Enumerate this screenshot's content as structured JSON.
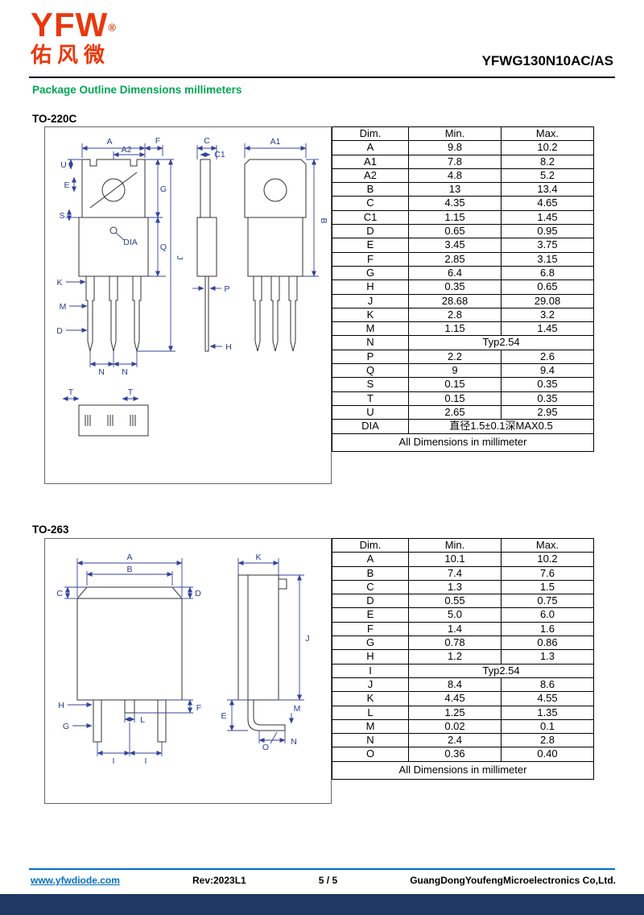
{
  "header": {
    "logo_text": "YFW",
    "logo_registered": "®",
    "logo_chinese": "佑风微",
    "part_number": "YFWG130N10AC/AS",
    "page_subtitle": "Package Outline Dimensions millimeters"
  },
  "colors": {
    "logo_red": "#e8380d",
    "subtitle_green": "#00a653",
    "dimension_blue": "#33439b",
    "footer_rule_blue": "#0070c0",
    "bottom_bar_navy": "#1f3864"
  },
  "sections": [
    {
      "name": "TO-220C",
      "table": {
        "headers": [
          "Dim.",
          "Min.",
          "Max."
        ],
        "rows": [
          {
            "dim": "A",
            "min": "9.8",
            "max": "10.2"
          },
          {
            "dim": "A1",
            "min": "7.8",
            "max": "8.2"
          },
          {
            "dim": "A2",
            "min": "4.8",
            "max": "5.2"
          },
          {
            "dim": "B",
            "min": "13",
            "max": "13.4"
          },
          {
            "dim": "C",
            "min": "4.35",
            "max": "4.65"
          },
          {
            "dim": "C1",
            "min": "1.15",
            "max": "1.45"
          },
          {
            "dim": "D",
            "min": "0.65",
            "max": "0.95"
          },
          {
            "dim": "E",
            "min": "3.45",
            "max": "3.75"
          },
          {
            "dim": "F",
            "min": "2.85",
            "max": "3.15"
          },
          {
            "dim": "G",
            "min": "6.4",
            "max": "6.8"
          },
          {
            "dim": "H",
            "min": "0.35",
            "max": "0.65"
          },
          {
            "dim": "J",
            "min": "28.68",
            "max": "29.08"
          },
          {
            "dim": "K",
            "min": "2.8",
            "max": "3.2"
          },
          {
            "dim": "M",
            "min": "1.15",
            "max": "1.45"
          },
          {
            "dim": "N",
            "span": "Typ2.54"
          },
          {
            "dim": "P",
            "min": "2.2",
            "max": "2.6"
          },
          {
            "dim": "Q",
            "min": "9",
            "max": "9.4"
          },
          {
            "dim": "S",
            "min": "0.15",
            "max": "0.35"
          },
          {
            "dim": "T",
            "min": "0.15",
            "max": "0.35"
          },
          {
            "dim": "U",
            "min": "2.65",
            "max": "2.95"
          },
          {
            "dim": "DIA",
            "span": "直径1.5±0.1深MAX0.5"
          }
        ],
        "footer": "All Dimensions in millimeter"
      }
    },
    {
      "name": "TO-263",
      "table": {
        "headers": [
          "Dim.",
          "Min.",
          "Max."
        ],
        "rows": [
          {
            "dim": "A",
            "min": "10.1",
            "max": "10.2"
          },
          {
            "dim": "B",
            "min": "7.4",
            "max": "7.6"
          },
          {
            "dim": "C",
            "min": "1.3",
            "max": "1.5"
          },
          {
            "dim": "D",
            "min": "0.55",
            "max": "0.75"
          },
          {
            "dim": "E",
            "min": "5.0",
            "max": "6.0"
          },
          {
            "dim": "F",
            "min": "1.4",
            "max": "1.6"
          },
          {
            "dim": "G",
            "min": "0.78",
            "max": "0.86"
          },
          {
            "dim": "H",
            "min": "1.2",
            "max": "1.3"
          },
          {
            "dim": "I",
            "span": "Typ2.54"
          },
          {
            "dim": "J",
            "min": "8.4",
            "max": "8.6"
          },
          {
            "dim": "K",
            "min": "4.45",
            "max": "4.55"
          },
          {
            "dim": "L",
            "min": "1.25",
            "max": "1.35"
          },
          {
            "dim": "M",
            "min": "0.02",
            "max": "0.1"
          },
          {
            "dim": "N",
            "min": "2.4",
            "max": "2.8"
          },
          {
            "dim": "O",
            "min": "0.36",
            "max": "0.40"
          }
        ],
        "footer": "All Dimensions in millimeter"
      }
    }
  ],
  "drawings": {
    "to220c": {
      "labels": {
        "a": "A",
        "a2": "A2",
        "f": "F",
        "u": "U",
        "e": "E",
        "s": "S",
        "dia": "DIA",
        "g": "G",
        "q": "Q",
        "j": "J",
        "k": "K",
        "m": "M",
        "d": "D",
        "n1": "N",
        "n2": "N",
        "t1": "T",
        "t2": "T",
        "c": "C",
        "c1": "C1",
        "p": "P",
        "h": "H",
        "a1": "A1",
        "b": "B"
      }
    },
    "to263": {
      "labels": {
        "a": "A",
        "b": "B",
        "c": "C",
        "d": "D",
        "f": "F",
        "g": "G",
        "h": "H",
        "l": "L",
        "i1": "I",
        "i2": "I",
        "k": "K",
        "j": "J",
        "m": "M",
        "o": "O",
        "n": "N",
        "e": "E"
      }
    }
  },
  "footer": {
    "website": "www.yfwdiode.com",
    "revision": "Rev:2023L1",
    "page_number": "5 / 5",
    "company": "GuangDongYoufengMicroelectronics Co,Ltd."
  }
}
